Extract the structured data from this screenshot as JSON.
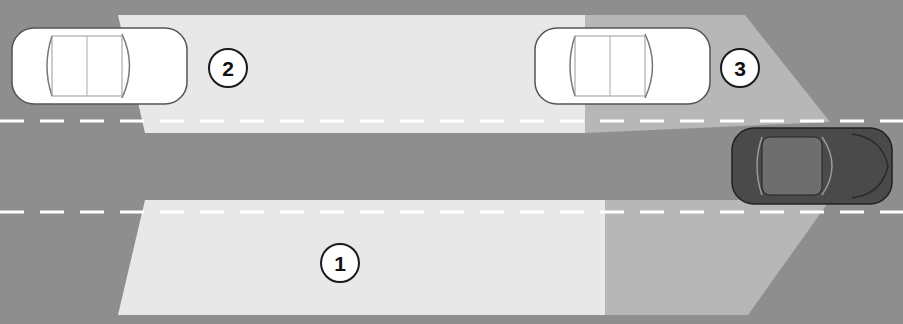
{
  "diagram": {
    "nodes": [
      {
        "text": [
          "2"
        ]
      },
      {
        "text": [
          "3"
        ]
      },
      {
        "text": [
          "1"
        ]
      }
    ]
  }
}
